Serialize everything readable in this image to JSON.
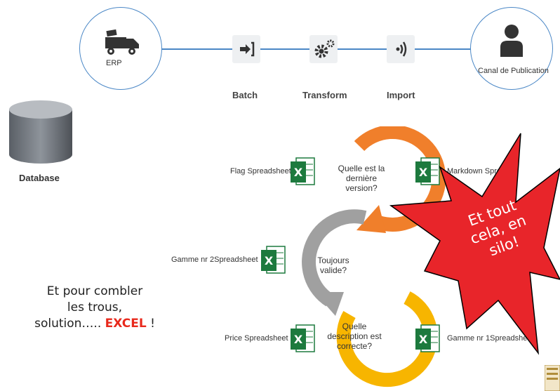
{
  "pipeline": {
    "erp_label": "ERP",
    "steps": [
      {
        "label": "Batch",
        "icon": "arrow-into-bracket-icon"
      },
      {
        "label": "Transform",
        "icon": "gears-icon"
      },
      {
        "label": "Import",
        "icon": "signal-icon"
      }
    ],
    "channel_label": "Canal de Publication",
    "database_label": "Database"
  },
  "cycle": {
    "questions": [
      {
        "text": "Quelle est la dernière version?",
        "color": "#f07f2b"
      },
      {
        "text": "Toujours valide?",
        "color": "#9e9e9e"
      },
      {
        "text": "Quelle description est correcte?",
        "color": "#f7b500"
      }
    ],
    "spreadsheets": [
      "Flag Spreadsheet",
      "Markdown Spreads",
      "Gamme nr 2Spreadsheet",
      "Price Spreadsheet",
      "Gamme nr 1Spreadshe"
    ]
  },
  "callout": {
    "line1": "Et pour combler",
    "line2": "les trous,",
    "line3_prefix": "solution….. ",
    "excel": "EXCEL",
    "line3_suffix": " !"
  },
  "star": {
    "lines": [
      "Et tout",
      "cela, en",
      "silo!"
    ],
    "color": "#e8252a"
  },
  "colors": {
    "excel_green": "#1d7a3e",
    "line_blue": "#4a87c6"
  }
}
